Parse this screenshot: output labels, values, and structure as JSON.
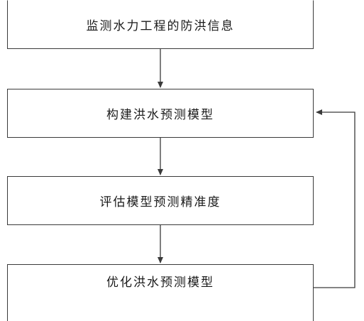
{
  "flowchart": {
    "steps": [
      {
        "label": "监测水力工程的防洪信息"
      },
      {
        "label": "构建洪水预测模型"
      },
      {
        "label": "评估模型预测精准度"
      },
      {
        "label": "优化洪水预测模型"
      }
    ]
  },
  "colors": {
    "line": "#3a3a3a",
    "text": "#1a1a1a",
    "background": "#ffffff"
  }
}
